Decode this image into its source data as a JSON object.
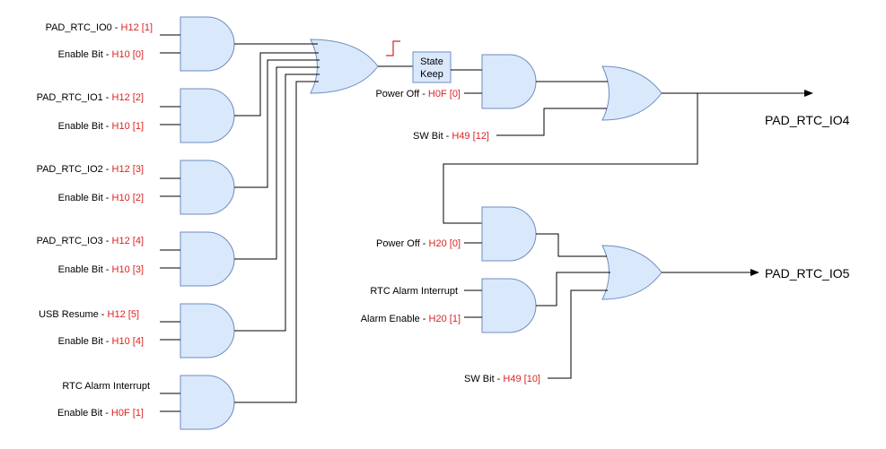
{
  "and_inputs": [
    {
      "top": {
        "name": "PAD_RTC_IO0 - ",
        "reg": "H12 [1]"
      },
      "bottom": {
        "name": "Enable Bit - ",
        "reg": "H10 [0]"
      }
    },
    {
      "top": {
        "name": "PAD_RTC_IO1 - ",
        "reg": "H12 [2]"
      },
      "bottom": {
        "name": "Enable Bit - ",
        "reg": "H10 [1]"
      }
    },
    {
      "top": {
        "name": "PAD_RTC_IO2 - ",
        "reg": "H12 [3]"
      },
      "bottom": {
        "name": "Enable Bit - ",
        "reg": "H10 [2]"
      }
    },
    {
      "top": {
        "name": "PAD_RTC_IO3 - ",
        "reg": "H12 [4]"
      },
      "bottom": {
        "name": "Enable Bit - ",
        "reg": "H10 [3]"
      }
    },
    {
      "top": {
        "name": "USB Resume - ",
        "reg": "H12 [5]"
      },
      "bottom": {
        "name": "Enable Bit - ",
        "reg": "H10 [4]"
      }
    },
    {
      "top": {
        "name": "RTC Alarm Interrupt",
        "reg": ""
      },
      "bottom": {
        "name": "Enable Bit - ",
        "reg": "H0F [1]"
      }
    }
  ],
  "state_keep": {
    "line1": "State",
    "line2": "Keep"
  },
  "power_off_top": {
    "name": "Power Off - ",
    "reg": "H0F [0]"
  },
  "sw_bit_top": {
    "name": "SW Bit - ",
    "reg": "H49 [12]"
  },
  "power_off_bottom": {
    "name": "Power Off - ",
    "reg": "H20 [0]"
  },
  "rtc_alarm_interrupt": {
    "name": "RTC Alarm Interrupt"
  },
  "alarm_enable": {
    "name": "Alarm Enable - ",
    "reg": "H20 [1]"
  },
  "sw_bit_bottom": {
    "name": "SW Bit - ",
    "reg": "H49 [10]"
  },
  "outputs": {
    "io4": "PAD_RTC_IO4",
    "io5": "PAD_RTC_IO5"
  }
}
